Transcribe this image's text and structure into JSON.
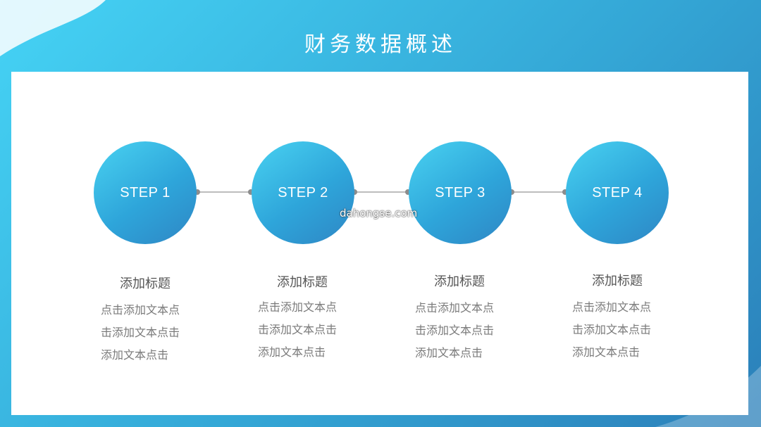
{
  "slide": {
    "title": "财务数据概述",
    "watermark": "dahongse.com",
    "colors": {
      "accent_start": "#49d2f1",
      "accent_end": "#2f86c4",
      "panel": "#ffffff"
    }
  },
  "steps": [
    {
      "label": "STEP 1",
      "heading": "添加标题",
      "lines": [
        "点击添加文本点",
        "击添加文本点击",
        "添加文本点击"
      ]
    },
    {
      "label": "STEP 2",
      "heading": "添加标题",
      "lines": [
        "点击添加文本点",
        "击添加文本点击",
        "添加文本点击"
      ]
    },
    {
      "label": "STEP 3",
      "heading": "添加标题",
      "lines": [
        "点击添加文本点",
        "击添加文本点击",
        "添加文本点击"
      ]
    },
    {
      "label": "STEP 4",
      "heading": "添加标题",
      "lines": [
        "点击添加文本点",
        "击添加文本点击",
        "添加文本点击"
      ]
    }
  ]
}
